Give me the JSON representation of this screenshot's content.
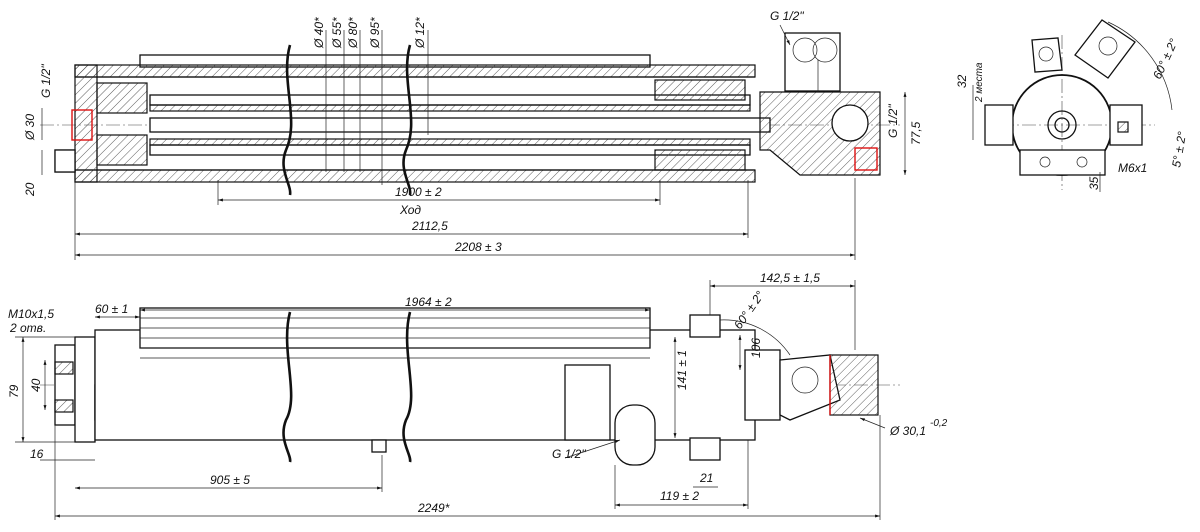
{
  "drawing": {
    "top_view": {
      "dims": {
        "port_top": "G 1/2\"",
        "port_left": "G 1/2\"",
        "port_right": "G 1/2\"",
        "d40": "Ø 40*",
        "d55": "Ø 55*",
        "d80": "Ø 80*",
        "d95": "Ø 95*",
        "d12": "Ø 12*",
        "d30": "Ø 30",
        "h20": "20",
        "h775": "77,5",
        "stroke_len": "1900 ± 2",
        "stroke_word": "Ход",
        "len_21125": "2112,5",
        "len_2208": "2208 ± 3"
      }
    },
    "end_view": {
      "dims": {
        "h32": "32",
        "places": "2 места",
        "ang60": "60° ± 2°",
        "ang5": "5° ± 2°",
        "m6": "M6x1",
        "h35": "35"
      }
    },
    "bottom_view": {
      "dims": {
        "m10": "M10x1,5",
        "holes": "2 отв.",
        "len60": "60 ± 1",
        "len1964": "1964 ± 2",
        "len1425": "142,5 ± 1,5",
        "ang60": "60° ± 2°",
        "h106": "106",
        "h141": "141 ± 1",
        "h79": "79",
        "h40": "40",
        "h16": "16",
        "len905": "905 ± 5",
        "port": "G 1/2\"",
        "w21": "21",
        "len119": "119 ± 2",
        "len2249": "2249*",
        "d301": "Ø 30,1",
        "tol": "-0,2"
      }
    }
  }
}
